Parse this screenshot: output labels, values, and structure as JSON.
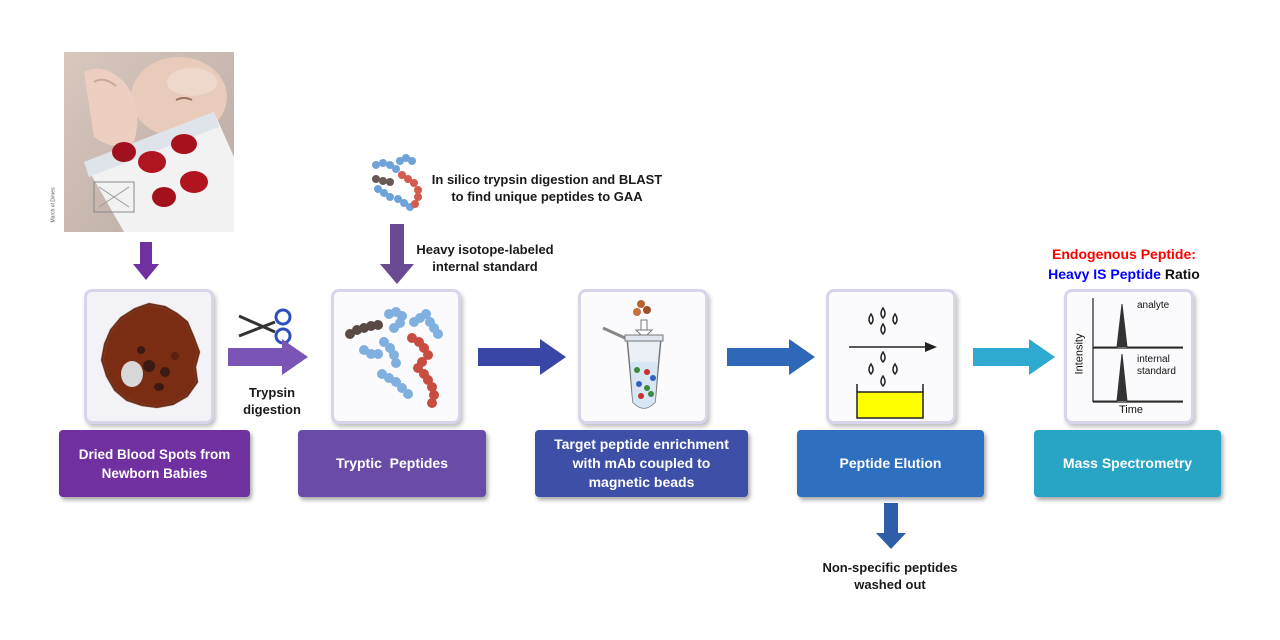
{
  "photo": {
    "credit": "March of Dimes"
  },
  "steps": [
    {
      "label": "Dried Blood Spots from Newborn Babies",
      "color": "#7030a0"
    },
    {
      "label": "Tryptic  Peptides",
      "color": "#6a4ca8"
    },
    {
      "label": "Target peptide enrichment with mAb coupled to magnetic beads",
      "color": "#3d4fa6"
    },
    {
      "label": "Peptide Elution",
      "color": "#2f6fc0"
    },
    {
      "label": "Mass Spectrometry",
      "color": "#28a4c4"
    }
  ],
  "annotations": {
    "digestion": "Trypsin digestion",
    "in_silico": "In silico trypsin digestion and BLAST to find unique peptides to GAA",
    "heavy_isotope": "Heavy isotope-labeled internal standard",
    "washed_out": "Non-specific  peptides washed out"
  },
  "ratio": {
    "line1": "Endogenous Peptide:",
    "heavy_is": "Heavy IS Peptide",
    "ratio_word": "Ratio",
    "color_endogenous": "#ff0000",
    "color_heavy": "#0000ff"
  },
  "ms_plot": {
    "ylabel": "Intensity",
    "xlabel": "Time",
    "trace1": "analyte",
    "trace2": "internal standard"
  }
}
